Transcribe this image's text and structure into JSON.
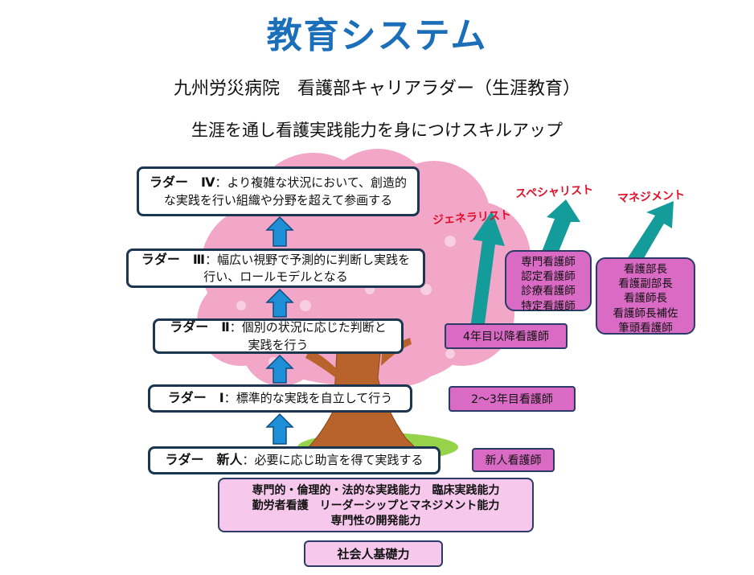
{
  "title": "教育システム",
  "subtitle": "九州労災病院　看護部キャリアラダー（生涯教育）",
  "tagline": "生涯を通し看護実践能力を身につけスキルアップ",
  "ladders": {
    "iv": {
      "level": "ラダー　Ⅳ",
      "line1": "：より複雑な状況において、創造的",
      "line2": "な実践を行い組織や分野を超えて参画する"
    },
    "iii": {
      "level": "ラダー　Ⅲ",
      "line1": "：幅広い視野で予測的に判断し実践を",
      "line2": "行い、ロールモデルとなる"
    },
    "ii": {
      "level": "ラダー　Ⅱ",
      "line1": "：個別の状況に応じた判断と",
      "line2": "実践を行う"
    },
    "i": {
      "level": "ラダー　Ⅰ",
      "line1": "：標準的な実践を自立して行う"
    },
    "new": {
      "level": "ラダー　新人",
      "line1": "：必要に応じ助言を得て実践する"
    }
  },
  "years": {
    "four": "4年目以降看護師",
    "two_three": "2～3年目看護師",
    "new": "新人看護師"
  },
  "paths": {
    "generalist": "ジェネラリスト",
    "specialist": "スペシャリスト",
    "management": "マネジメント"
  },
  "specialist_roles": [
    "専門看護師",
    "認定看護師",
    "診療看護師",
    "特定看護師"
  ],
  "management_roles": [
    "看護部長",
    "看護副部長",
    "看護師長",
    "看護師長補佐",
    "筆頭看護師"
  ],
  "foundation": {
    "line1": "専門的・倫理的・法的な実践能力　臨床実践能力",
    "line2": "勤労者看護　リーダーシップとマネジメント能力",
    "line3": "専門性の開発能力"
  },
  "basic": "社会人基礎力",
  "colors": {
    "title_blue": "#1a6fb8",
    "tree_pink": "#f2a7c8",
    "trunk": "#b8622c",
    "grass": "#96d34a",
    "box_magenta": "#d96bc4",
    "foundation_pink": "#f6c9ec",
    "arrow_blue": "#1e8fd6",
    "arrow_teal": "#139c9a",
    "label_red": "#e0102a"
  }
}
